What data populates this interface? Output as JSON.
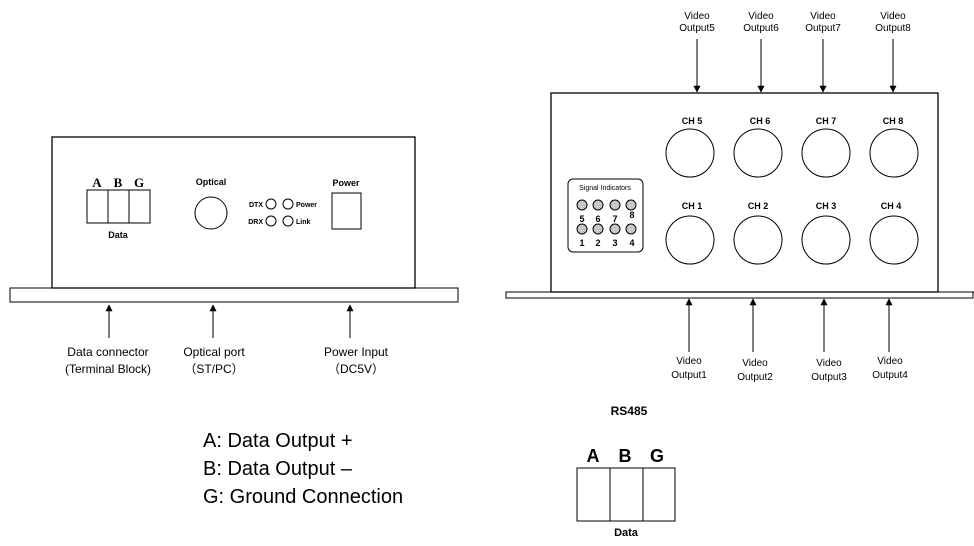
{
  "left_unit": {
    "terminal_letters": [
      "A",
      "B",
      "G"
    ],
    "terminal_label": "Data",
    "optical_label": "Optical",
    "indicators": [
      {
        "left": "DTX",
        "right": "Power"
      },
      {
        "left": "DRX",
        "right": "Link"
      }
    ],
    "power_label": "Power",
    "callouts": [
      {
        "line1": "Data connector",
        "line2": "(Terminal Block)"
      },
      {
        "line1": "Optical port",
        "line2": "（ST/PC）"
      },
      {
        "line1": "Power Input",
        "line2": "（DC5V）"
      }
    ]
  },
  "right_unit": {
    "top_outputs": [
      {
        "line1": "Video",
        "line2": "Output5"
      },
      {
        "line1": "Video",
        "line2": "Output6"
      },
      {
        "line1": "Video",
        "line2": "Output7"
      },
      {
        "line1": "Video",
        "line2": "Output8"
      }
    ],
    "bottom_outputs": [
      {
        "line1": "Video",
        "line2": "Output1"
      },
      {
        "line1": "Video",
        "line2": "Output2"
      },
      {
        "line1": "Video",
        "line2": "Output3"
      },
      {
        "line1": "Video",
        "line2": "Output4"
      }
    ],
    "channels_top": [
      "CH 5",
      "CH 6",
      "CH 7",
      "CH 8"
    ],
    "channels_bottom": [
      "CH 1",
      "CH 2",
      "CH 3",
      "CH 4"
    ],
    "signal_title": "Signal  Indicators",
    "signal_top_numbers": [
      "5",
      "6",
      "7",
      "8"
    ],
    "signal_bottom_numbers": [
      "1",
      "2",
      "3",
      "4"
    ]
  },
  "legend": {
    "items": [
      "A: Data Output +",
      "B: Data Output –",
      "G: Ground Connection"
    ]
  },
  "rs485": {
    "title": "RS485",
    "letters": [
      "A",
      "B",
      "G"
    ],
    "label": "Data"
  }
}
